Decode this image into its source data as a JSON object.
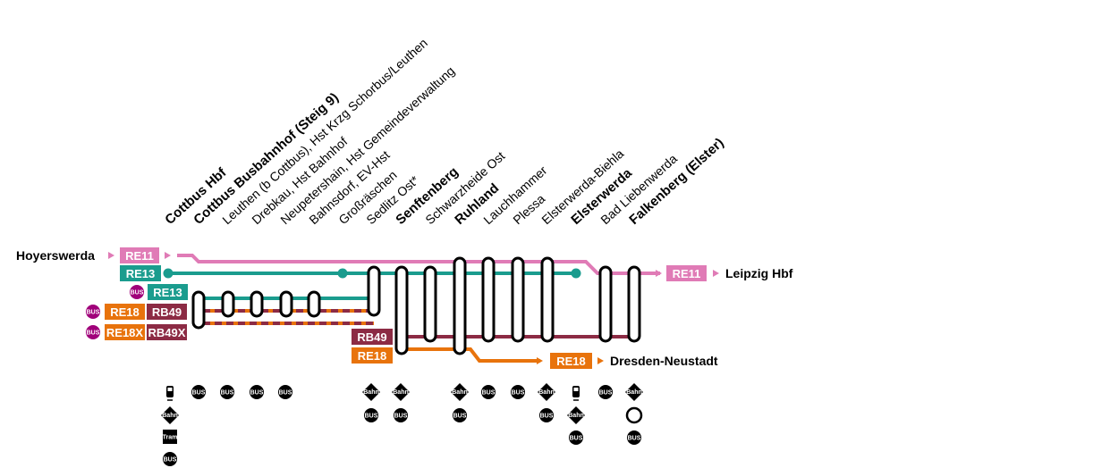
{
  "colors": {
    "re11": "#e07bb6",
    "re13": "#1a9c8e",
    "re18": "#e8730c",
    "rb49": "#8c2b44",
    "bus": "#a0007a",
    "icon": "#000000"
  },
  "stations": [
    {
      "name": "Cottbus Hbf",
      "bold": true
    },
    {
      "name": "Cottbus Busbahnhof (Steig 9)",
      "bold": true
    },
    {
      "name": "Leuthen (b Cottbus), Hst Krzg Schorbus/Leuthen",
      "bold": false
    },
    {
      "name": "Drebkau, Hst Bahnhof",
      "bold": false
    },
    {
      "name": "Neupetershain, Hst Gemeindeverwaltung",
      "bold": false
    },
    {
      "name": "Bahnsdorf, EV-Hst",
      "bold": false
    },
    {
      "name": "Großräschen",
      "bold": false
    },
    {
      "name": "Sedlitz Ost*",
      "bold": false
    },
    {
      "name": "Senftenberg",
      "bold": true
    },
    {
      "name": "Schwarzheide Ost",
      "bold": false
    },
    {
      "name": "Ruhland",
      "bold": true
    },
    {
      "name": "Lauchhammer",
      "bold": false
    },
    {
      "name": "Plessa",
      "bold": false
    },
    {
      "name": "Elsterwerda-Biehla",
      "bold": false
    },
    {
      "name": "Elsterwerda",
      "bold": true
    },
    {
      "name": "Bad Liebenwerda",
      "bold": false
    },
    {
      "name": "Falkenberg (Elster)",
      "bold": true
    }
  ],
  "origins": {
    "hoyerswerda": "Hoyerswerda",
    "re11": "RE11",
    "re13": "RE13",
    "bus_re13": "RE13",
    "re18": "RE18",
    "rb49": "RB49",
    "re18x": "RE18X",
    "rb49x": "RB49X",
    "bus": "BUS"
  },
  "mid_badges": {
    "rb49": "RB49",
    "re18": "RE18"
  },
  "destinations": {
    "leipzig_line": "RE11",
    "leipzig": "Leipzig Hbf",
    "dresden_line": "RE18",
    "dresden": "Dresden-Neustadt"
  },
  "icon_labels": {
    "bus": "BUS",
    "bahn": "Bahn",
    "tram": "Tram",
    "sbahn": "S"
  }
}
